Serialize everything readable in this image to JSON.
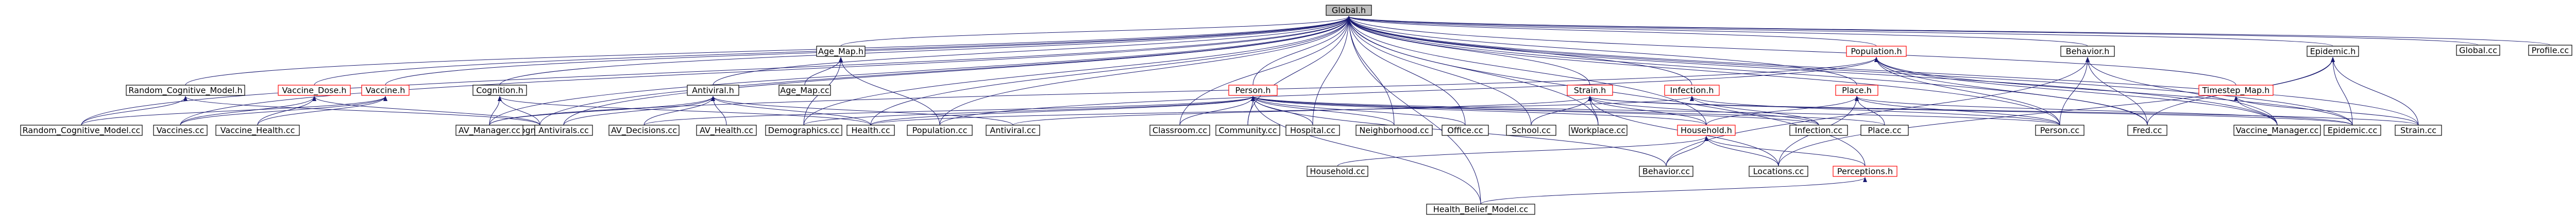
{
  "colors": {
    "edge": "#191970",
    "root_fill": "#bfbfbf",
    "highlight_border": "#ff0000",
    "default_border": "#000000"
  },
  "nodes": [
    {
      "id": "global_h",
      "label": "Global.h",
      "style": "root"
    },
    {
      "id": "global_cc",
      "label": "Global.cc"
    },
    {
      "id": "profile_cc",
      "label": "Profile.cc"
    },
    {
      "id": "age_map_h",
      "label": "Age_Map.h"
    },
    {
      "id": "age_map_cc",
      "label": "Age_Map.cc"
    },
    {
      "id": "population_h",
      "label": "Population.h",
      "style": "red"
    },
    {
      "id": "behavior_h",
      "label": "Behavior.h"
    },
    {
      "id": "epidemic_h",
      "label": "Epidemic.h"
    },
    {
      "id": "random_cog_h",
      "label": "Random_Cognitive_Model.h"
    },
    {
      "id": "random_cog_cc",
      "label": "Random_Cognitive_Model.cc"
    },
    {
      "id": "vaccine_dose_h",
      "label": "Vaccine_Dose.h",
      "style": "red"
    },
    {
      "id": "vaccine_h",
      "label": "Vaccine.h",
      "style": "red"
    },
    {
      "id": "vaccines_cc",
      "label": "Vaccines.cc"
    },
    {
      "id": "vaccine_health_cc",
      "label": "Vaccine_Health.cc"
    },
    {
      "id": "cognition_h",
      "label": "Cognition.h"
    },
    {
      "id": "cognition_cc",
      "label": "Cognition.cc"
    },
    {
      "id": "av_manager_cc",
      "label": "AV_Manager.cc"
    },
    {
      "id": "antiviral_h",
      "label": "Antiviral.h"
    },
    {
      "id": "antivirals_cc",
      "label": "Antivirals.cc"
    },
    {
      "id": "av_decisions_cc",
      "label": "AV_Decisions.cc"
    },
    {
      "id": "av_health_cc",
      "label": "AV_Health.cc"
    },
    {
      "id": "demographics_cc",
      "label": "Demographics.cc"
    },
    {
      "id": "health_cc",
      "label": "Health.cc"
    },
    {
      "id": "population_cc",
      "label": "Population.cc"
    },
    {
      "id": "antiviral_cc",
      "label": "Antiviral.cc"
    },
    {
      "id": "person_h",
      "label": "Person.h",
      "style": "red"
    },
    {
      "id": "classroom_cc",
      "label": "Classroom.cc"
    },
    {
      "id": "community_cc",
      "label": "Community.cc"
    },
    {
      "id": "hospital_cc",
      "label": "Hospital.cc"
    },
    {
      "id": "neighborhood_cc",
      "label": "Neighborhood.cc"
    },
    {
      "id": "office_cc",
      "label": "Office.cc"
    },
    {
      "id": "strain_h",
      "label": "Strain.h",
      "style": "red"
    },
    {
      "id": "school_cc",
      "label": "School.cc"
    },
    {
      "id": "workplace_cc",
      "label": "Workplace.cc"
    },
    {
      "id": "infection_h",
      "label": "Infection.h",
      "style": "red"
    },
    {
      "id": "infection_cc",
      "label": "Infection.cc"
    },
    {
      "id": "place_h",
      "label": "Place.h",
      "style": "red"
    },
    {
      "id": "place_cc",
      "label": "Place.cc"
    },
    {
      "id": "person_cc",
      "label": "Person.cc"
    },
    {
      "id": "fred_cc",
      "label": "Fred.cc"
    },
    {
      "id": "timestep_map_h",
      "label": "Timestep_Map.h",
      "style": "red"
    },
    {
      "id": "vaccine_manager_cc",
      "label": "Vaccine_Manager.cc"
    },
    {
      "id": "epidemic_cc",
      "label": "Epidemic.cc"
    },
    {
      "id": "strain_cc",
      "label": "Strain.cc"
    },
    {
      "id": "household_h",
      "label": "Household.h",
      "style": "red"
    },
    {
      "id": "household_cc",
      "label": "Household.cc"
    },
    {
      "id": "behavior_cc",
      "label": "Behavior.cc"
    },
    {
      "id": "locations_cc",
      "label": "Locations.cc"
    },
    {
      "id": "perceptions_h",
      "label": "Perceptions.h",
      "style": "red"
    },
    {
      "id": "health_belief_model_cc",
      "label": "Health_Belief_Model.cc"
    }
  ],
  "edges": [
    [
      "age_map_h",
      "global_h"
    ],
    [
      "population_h",
      "global_h"
    ],
    [
      "behavior_h",
      "global_h"
    ],
    [
      "epidemic_h",
      "global_h"
    ],
    [
      "random_cog_h",
      "global_h"
    ],
    [
      "vaccine_dose_h",
      "global_h"
    ],
    [
      "vaccine_h",
      "global_h"
    ],
    [
      "cognition_h",
      "global_h"
    ],
    [
      "antiviral_h",
      "global_h"
    ],
    [
      "person_h",
      "global_h"
    ],
    [
      "strain_h",
      "global_h"
    ],
    [
      "infection_h",
      "global_h"
    ],
    [
      "place_h",
      "global_h"
    ],
    [
      "timestep_map_h",
      "global_h"
    ],
    [
      "household_h",
      "global_h"
    ],
    [
      "perceptions_h",
      "global_h"
    ],
    [
      "global_cc",
      "global_h"
    ],
    [
      "profile_cc",
      "global_h"
    ],
    [
      "random_cog_cc",
      "global_h"
    ],
    [
      "vaccines_cc",
      "global_h"
    ],
    [
      "cognition_cc",
      "global_h"
    ],
    [
      "av_manager_cc",
      "global_h"
    ],
    [
      "antivirals_cc",
      "global_h"
    ],
    [
      "demographics_cc",
      "global_h"
    ],
    [
      "health_cc",
      "global_h"
    ],
    [
      "population_cc",
      "global_h"
    ],
    [
      "classroom_cc",
      "global_h"
    ],
    [
      "community_cc",
      "global_h"
    ],
    [
      "hospital_cc",
      "global_h"
    ],
    [
      "neighborhood_cc",
      "global_h"
    ],
    [
      "office_cc",
      "global_h"
    ],
    [
      "school_cc",
      "global_h"
    ],
    [
      "workplace_cc",
      "global_h"
    ],
    [
      "person_cc",
      "global_h"
    ],
    [
      "fred_cc",
      "global_h"
    ],
    [
      "vaccine_manager_cc",
      "global_h"
    ],
    [
      "epidemic_cc",
      "global_h"
    ],
    [
      "strain_cc",
      "global_h"
    ],
    [
      "health_belief_model_cc",
      "global_h"
    ],
    [
      "age_map_cc",
      "age_map_h"
    ],
    [
      "demographics_cc",
      "age_map_h"
    ],
    [
      "population_cc",
      "age_map_h"
    ],
    [
      "random_cog_cc",
      "random_cog_h"
    ],
    [
      "cognition_cc",
      "random_cog_h"
    ],
    [
      "vaccines_cc",
      "vaccine_dose_h"
    ],
    [
      "vaccine_health_cc",
      "vaccine_dose_h"
    ],
    [
      "cognition_cc",
      "vaccine_dose_h"
    ],
    [
      "vaccines_cc",
      "vaccine_h"
    ],
    [
      "vaccine_health_cc",
      "vaccine_h"
    ],
    [
      "random_cog_cc",
      "vaccine_h"
    ],
    [
      "cognition_cc",
      "cognition_h"
    ],
    [
      "health_cc",
      "cognition_h"
    ],
    [
      "av_manager_cc",
      "cognition_h"
    ],
    [
      "antivirals_cc",
      "antiviral_h"
    ],
    [
      "av_decisions_cc",
      "antiviral_h"
    ],
    [
      "av_health_cc",
      "antiviral_h"
    ],
    [
      "antiviral_cc",
      "antiviral_h"
    ],
    [
      "av_manager_cc",
      "antiviral_h"
    ],
    [
      "health_cc",
      "antiviral_h"
    ],
    [
      "population_cc",
      "population_h"
    ],
    [
      "person_cc",
      "population_h"
    ],
    [
      "fred_cc",
      "population_h"
    ],
    [
      "epidemic_cc",
      "population_h"
    ],
    [
      "av_manager_cc",
      "population_h"
    ],
    [
      "vaccine_manager_cc",
      "population_h"
    ],
    [
      "behavior_cc",
      "behavior_h"
    ],
    [
      "person_cc",
      "behavior_h"
    ],
    [
      "vaccine_manager_cc",
      "behavior_h"
    ],
    [
      "fred_cc",
      "behavior_h"
    ],
    [
      "epidemic_cc",
      "epidemic_h"
    ],
    [
      "strain_cc",
      "epidemic_h"
    ],
    [
      "fred_cc",
      "epidemic_h"
    ],
    [
      "locations_cc",
      "epidemic_h"
    ],
    [
      "demographics_cc",
      "person_h"
    ],
    [
      "health_cc",
      "person_h"
    ],
    [
      "classroom_cc",
      "person_h"
    ],
    [
      "community_cc",
      "person_h"
    ],
    [
      "hospital_cc",
      "person_h"
    ],
    [
      "neighborhood_cc",
      "person_h"
    ],
    [
      "office_cc",
      "person_h"
    ],
    [
      "household_h",
      "person_h"
    ],
    [
      "behavior_cc",
      "person_h"
    ],
    [
      "infection_cc",
      "person_h"
    ],
    [
      "place_cc",
      "person_h"
    ],
    [
      "person_cc",
      "person_h"
    ],
    [
      "av_decisions_cc",
      "person_h"
    ],
    [
      "health_belief_model_cc",
      "person_h"
    ],
    [
      "school_cc",
      "strain_h"
    ],
    [
      "workplace_cc",
      "strain_h"
    ],
    [
      "infection_cc",
      "strain_h"
    ],
    [
      "strain_cc",
      "strain_h"
    ],
    [
      "epidemic_cc",
      "strain_h"
    ],
    [
      "household_h",
      "strain_h"
    ],
    [
      "antiviral_cc",
      "strain_h"
    ],
    [
      "locations_cc",
      "strain_h"
    ],
    [
      "infection_cc",
      "infection_h"
    ],
    [
      "person_cc",
      "infection_h"
    ],
    [
      "health_cc",
      "infection_h"
    ],
    [
      "place_cc",
      "place_h"
    ],
    [
      "household_h",
      "place_h"
    ],
    [
      "person_cc",
      "place_h"
    ],
    [
      "locations_cc",
      "place_h"
    ],
    [
      "epidemic_cc",
      "place_h"
    ],
    [
      "strain_cc",
      "timestep_map_h"
    ],
    [
      "vaccine_manager_cc",
      "timestep_map_h"
    ],
    [
      "household_cc",
      "household_h"
    ],
    [
      "behavior_cc",
      "household_h"
    ],
    [
      "locations_cc",
      "household_h"
    ],
    [
      "perceptions_h",
      "household_h"
    ],
    [
      "health_belief_model_cc",
      "perceptions_h"
    ]
  ]
}
